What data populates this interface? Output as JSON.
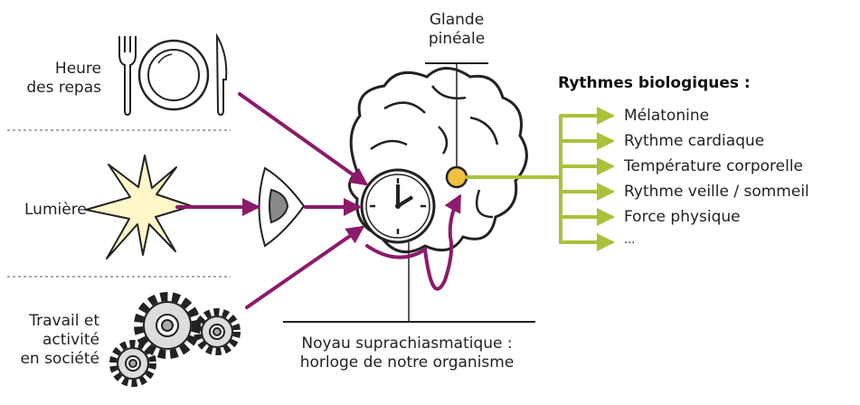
{
  "inputs": {
    "meals": [
      "Heure",
      "des repas"
    ],
    "light": "Lumière",
    "work": [
      "Travail et",
      "activité",
      "en société"
    ]
  },
  "brain": {
    "pineal": [
      "Glande",
      "pinéale"
    ],
    "scn": [
      "Noyau suprachiasmatique :",
      "horloge de notre organisme"
    ]
  },
  "outputs": {
    "title": "Rythmes biologiques :",
    "items": [
      "Mélatonine",
      "Rythme cardiaque",
      "Température corporelle",
      "Rythme veille / sommeil",
      "Force physique",
      "..."
    ]
  },
  "colors": {
    "arrow": "#8c1a6a",
    "output": "#a8c23a",
    "pineal": "#f0c040",
    "light_core": "#fff7c8"
  }
}
